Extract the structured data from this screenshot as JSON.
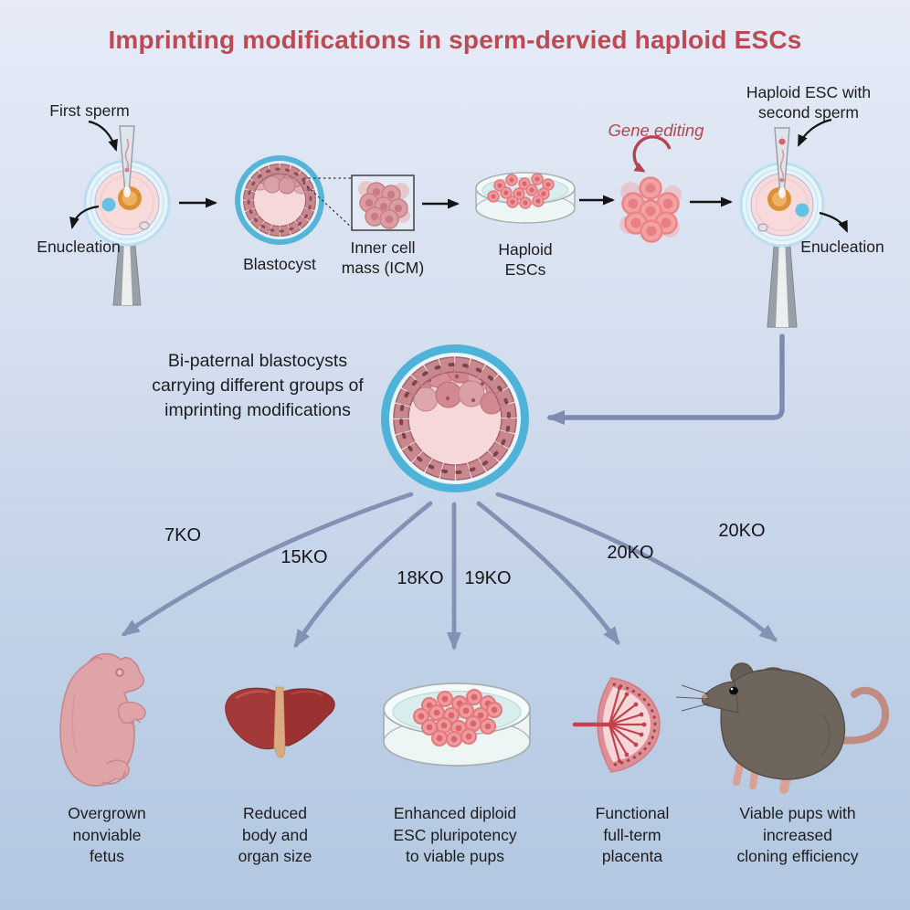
{
  "title": "Imprinting modifications in sperm-dervied haploid ESCs",
  "colors": {
    "title_red": "#bc4a52",
    "gene_editing_red": "#b5454e",
    "black_arrow": "#141414",
    "fan_arrow_blue": "#8391b4",
    "background_top": "#e6ebf7",
    "background_bottom": "#b2c7e1"
  },
  "top_row": {
    "first_sperm": "First sperm",
    "enucleation_left": "Enucleation",
    "blastocyst": "Blastocyst",
    "icm_line1": "Inner cell",
    "icm_line2": "mass (ICM)",
    "haploid_line1": "Haploid",
    "haploid_line2": "ESCs",
    "gene_editing": "Gene editing",
    "second_sperm_line1": "Haploid ESC with",
    "second_sperm_line2": "second sperm",
    "enucleation_right": "Enucleation"
  },
  "middle": {
    "line1": "Bi-paternal blastocysts",
    "line2": "carrying different groups of",
    "line3": "imprinting modifications"
  },
  "ko_labels": {
    "ko7": "7KO",
    "ko15": "15KO",
    "ko18": "18KO",
    "ko19": "19KO",
    "ko20a": "20KO",
    "ko20b": "20KO"
  },
  "outcomes": [
    {
      "lines": [
        "Overgrown",
        "nonviable",
        "fetus"
      ]
    },
    {
      "lines": [
        "Reduced",
        "body and",
        "organ size"
      ]
    },
    {
      "lines": [
        "Enhanced diploid",
        "ESC pluripotency",
        "to viable pups"
      ]
    },
    {
      "lines": [
        "Functional",
        "full-term",
        "placenta"
      ]
    },
    {
      "lines": [
        "Viable pups with",
        "increased",
        "cloning efficiency"
      ]
    }
  ]
}
